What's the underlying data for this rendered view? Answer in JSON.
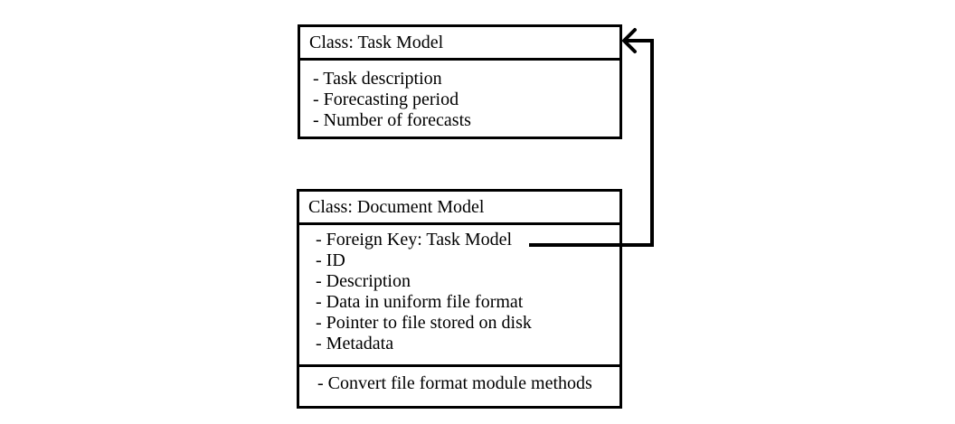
{
  "task_model": {
    "title": "Class: Task Model",
    "attributes": [
      "- Task description",
      "- Forecasting period",
      "- Number of forecasts"
    ]
  },
  "document_model": {
    "title": "Class: Document Model",
    "attributes": [
      "- Foreign Key: Task Model",
      "- ID",
      "- Description",
      "- Data in uniform file format",
      "- Pointer to file stored on disk",
      "- Metadata"
    ],
    "methods": [
      "- Convert file format module methods"
    ]
  },
  "connector": {
    "from": "Foreign Key: Task Model",
    "to": "Class: Task Model",
    "color": "#000000"
  }
}
